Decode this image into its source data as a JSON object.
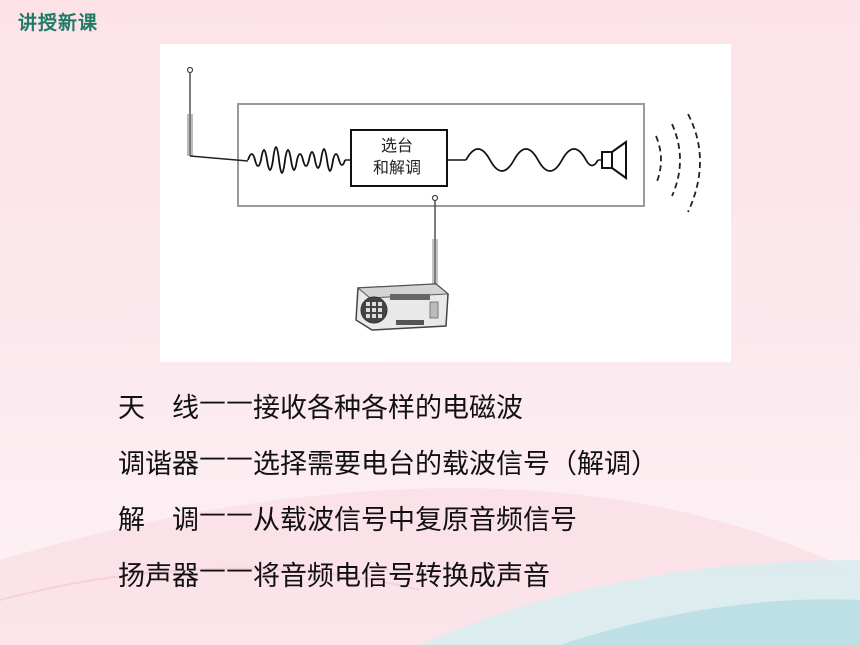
{
  "section_title": "讲授新课",
  "diagram": {
    "box_label_line1": "选台",
    "box_label_line2": "和解调",
    "antenna_icon": "antenna-icon",
    "speaker_icon": "speaker-icon",
    "radio_icon": "radio-icon"
  },
  "definitions": [
    {
      "term_a": "天",
      "term_b": "线",
      "dash": "——",
      "text": "接收各种各样的电磁波"
    },
    {
      "term": "调谐器",
      "dash": "——",
      "text": "选择需要电台的载波信号（解调）"
    },
    {
      "term_a": "解",
      "term_b": "调",
      "dash": "——",
      "text": "从载波信号中复原音频信号"
    },
    {
      "term": "扬声器",
      "dash": "——",
      "text": "将音频电信号转换成声音"
    }
  ]
}
